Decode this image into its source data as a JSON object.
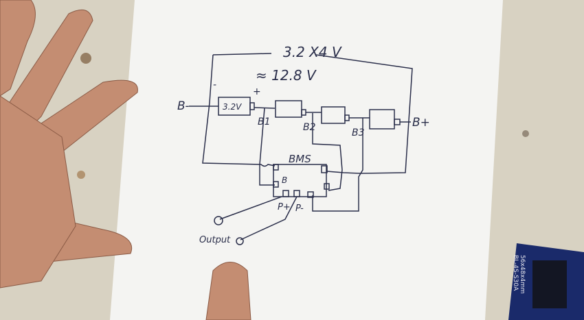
{
  "diagram": {
    "title_formula": "3.2 X4 V",
    "total_voltage": "≈ 12.8 V",
    "minus_sign": "-",
    "plus_sign": "+",
    "terminal_b_minus": "B-",
    "terminal_b_plus": "B+",
    "cell_voltage": "3.2V",
    "tap_labels": [
      "B1",
      "B2",
      "B3"
    ],
    "bms_label": "BMS",
    "bms_mark": "B",
    "p_plus": "P+",
    "p_minus": "P-",
    "output_label": "Output"
  },
  "bms_board": {
    "model": "BL-4S-S30A",
    "size": "56x48x4mm"
  },
  "colors": {
    "ink": "#2a2e4a",
    "paper": "#f4f4f2",
    "table": "#d8d2c2",
    "skin": "#c48d72",
    "board": "#1a2a6a"
  }
}
